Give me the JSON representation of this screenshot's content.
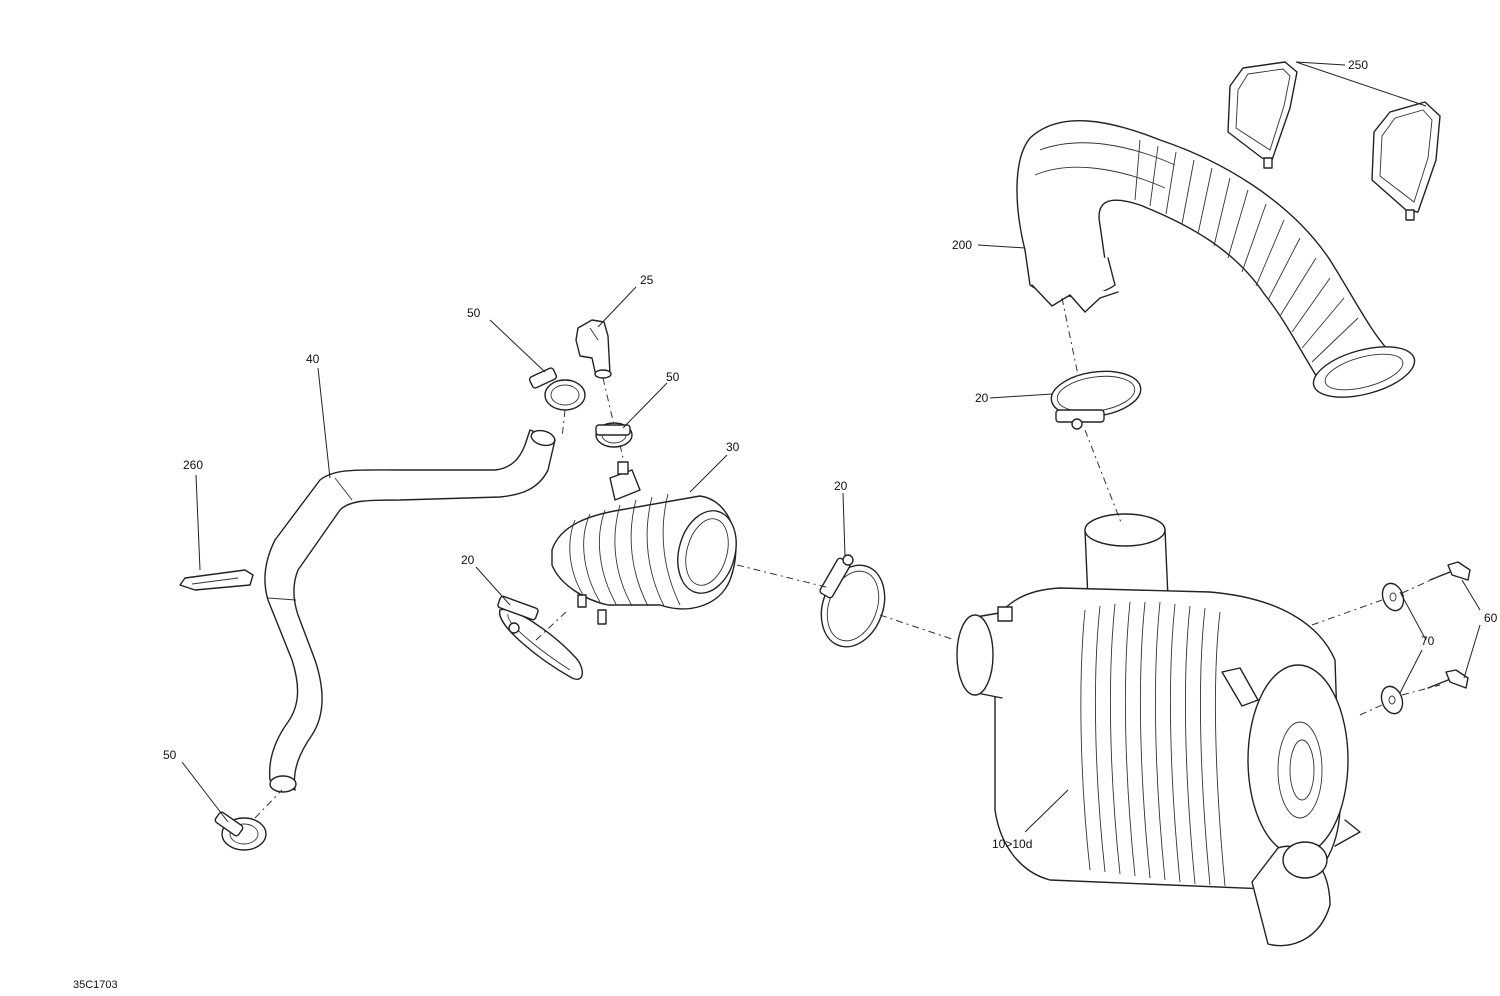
{
  "diagram": {
    "reference_code": "35C1703",
    "callouts": {
      "c250": "250",
      "c200": "200",
      "c25": "25",
      "c50a": "50",
      "c50b": "50",
      "c40": "40",
      "c260": "260",
      "c30": "30",
      "c20a": "20",
      "c20b": "20",
      "c20c": "20",
      "c60": "60",
      "c70": "70",
      "c50c": "50",
      "c10": "10>10d"
    }
  }
}
